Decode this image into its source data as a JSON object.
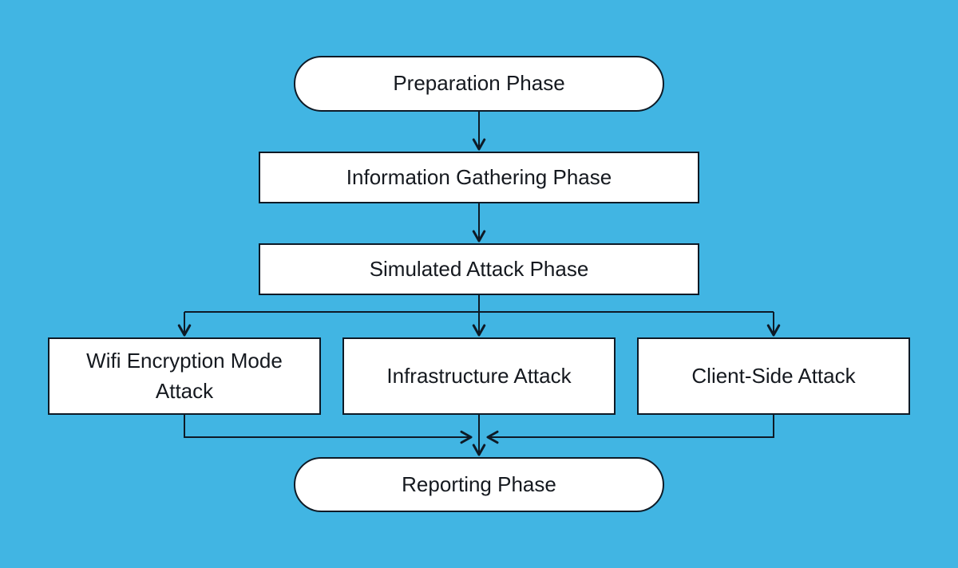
{
  "canvas": {
    "background_color": "#41b5e3",
    "node_fill_color": "#ffffff",
    "line_color": "#0e1a26",
    "text_color": "#15191f"
  },
  "diagram": {
    "type": "flowchart",
    "direction": "top-down",
    "nodes": [
      {
        "id": "preparation",
        "label": "Preparation Phase",
        "shape": "stadium"
      },
      {
        "id": "information",
        "label": "Information Gathering Phase",
        "shape": "rectangle"
      },
      {
        "id": "simulated",
        "label": "Simulated Attack Phase",
        "shape": "rectangle"
      },
      {
        "id": "wifi",
        "label": "Wifi Encryption Mode Attack",
        "shape": "rectangle"
      },
      {
        "id": "infrastructure",
        "label": "Infrastructure Attack",
        "shape": "rectangle"
      },
      {
        "id": "client",
        "label": "Client-Side Attack",
        "shape": "rectangle"
      },
      {
        "id": "reporting",
        "label": "Reporting Phase",
        "shape": "stadium"
      }
    ],
    "edges": [
      {
        "from": "preparation",
        "to": "information",
        "arrow": "down"
      },
      {
        "from": "information",
        "to": "simulated",
        "arrow": "down"
      },
      {
        "from": "simulated",
        "to": "wifi",
        "arrow": "down"
      },
      {
        "from": "simulated",
        "to": "infrastructure",
        "arrow": "down"
      },
      {
        "from": "simulated",
        "to": "client",
        "arrow": "down"
      },
      {
        "from": "wifi",
        "to": "reporting",
        "arrow": "right-into-merge"
      },
      {
        "from": "infrastructure",
        "to": "reporting",
        "arrow": "down"
      },
      {
        "from": "client",
        "to": "reporting",
        "arrow": "left-into-merge"
      }
    ]
  }
}
